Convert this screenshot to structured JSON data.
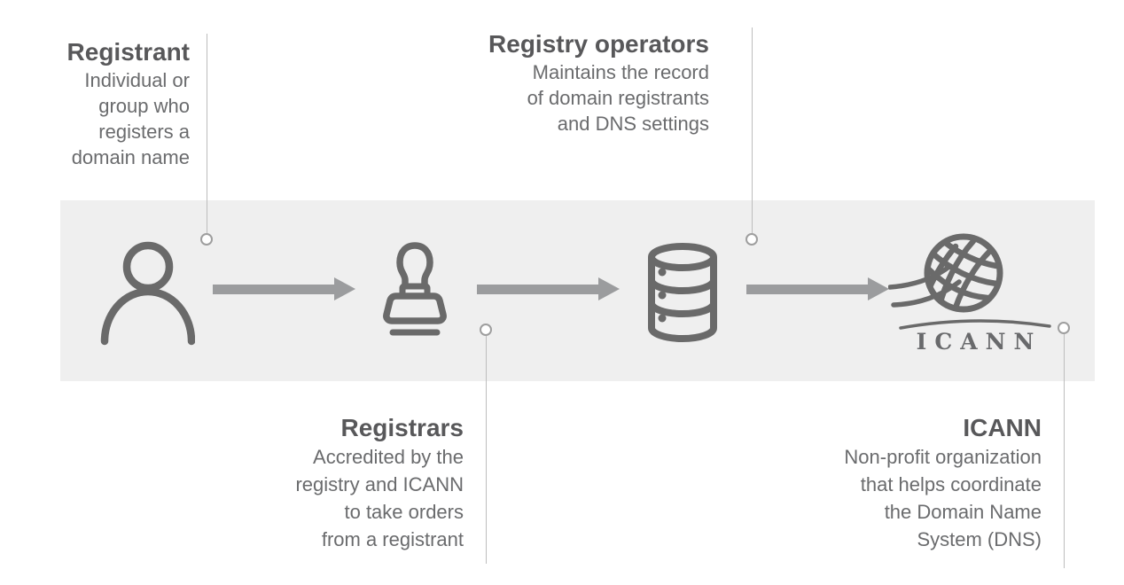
{
  "diagram": {
    "type": "process-flow",
    "subject": "Domain name registration ecosystem",
    "band_color": "#efefef",
    "icon_color": "#6a6a6a",
    "arrow_color": "#9b9c9e",
    "heading_color": "#58585a",
    "body_color": "#6a6b6d",
    "connector_color": "#bdbdbd"
  },
  "flow": {
    "nodes": [
      {
        "icon": "person-icon"
      },
      {
        "icon": "stamp-icon"
      },
      {
        "icon": "database-icon"
      },
      {
        "icon": "icann-globe-icon"
      }
    ],
    "arrow_count": 3
  },
  "icann_logo": {
    "wordmark": "ICANN"
  },
  "callouts": [
    {
      "id": "registrant",
      "heading": "Registrant",
      "lines": [
        "Individual or",
        "group who",
        "registers a",
        "domain name"
      ]
    },
    {
      "id": "registry-operators",
      "heading": "Registry operators",
      "lines": [
        "Maintains the record",
        "of domain registrants",
        "and DNS settings"
      ]
    },
    {
      "id": "registrars",
      "heading": "Registrars",
      "lines": [
        "Accredited by the",
        "registry and ICANN",
        "to take orders",
        "from a registrant"
      ]
    },
    {
      "id": "icann",
      "heading": "ICANN",
      "lines": [
        "Non-profit organization",
        "that helps coordinate",
        "the Domain Name",
        "System (DNS)"
      ]
    }
  ]
}
